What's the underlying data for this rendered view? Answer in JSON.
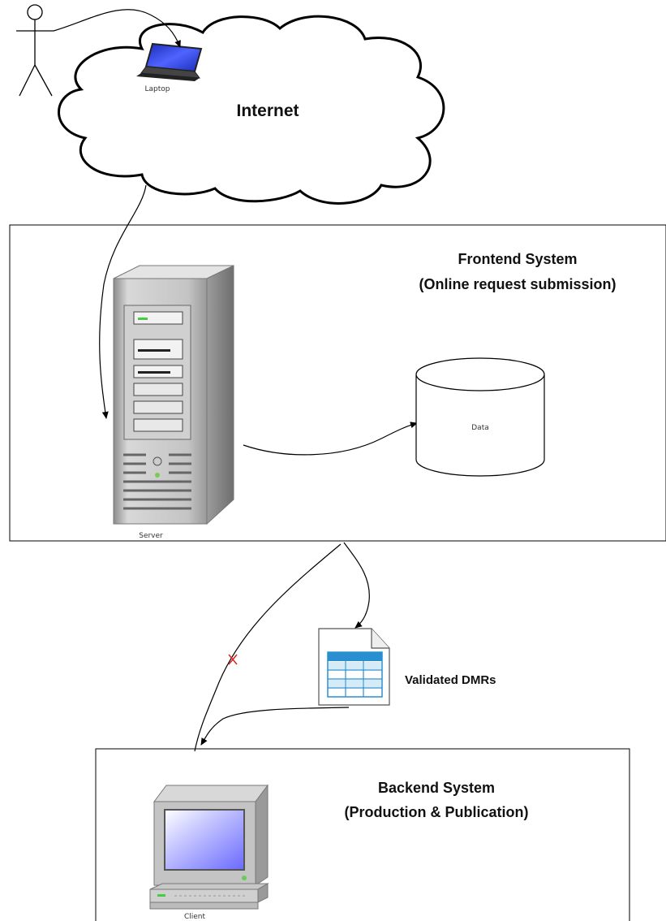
{
  "labels": {
    "laptop": "Laptop",
    "internet": "Internet",
    "frontend_title": "Frontend System",
    "frontend_subtitle": "(Online request submission)",
    "server": "Server",
    "data": "Data",
    "validated_dmrs": "Validated DMRs",
    "backend_title": "Backend System",
    "backend_subtitle": "(Production & Publication)",
    "client": "Client"
  },
  "colors": {
    "line": "#000000",
    "cross_mark": "#e02020",
    "screen_blue": "#2a3fd8",
    "table_blue": "#2a8fd0",
    "server_gray": "#b8b8b8"
  },
  "icons": [
    "stick-figure-icon",
    "laptop-icon",
    "cloud-icon",
    "server-icon",
    "database-icon",
    "document-table-icon",
    "desktop-client-icon",
    "cross-icon"
  ]
}
